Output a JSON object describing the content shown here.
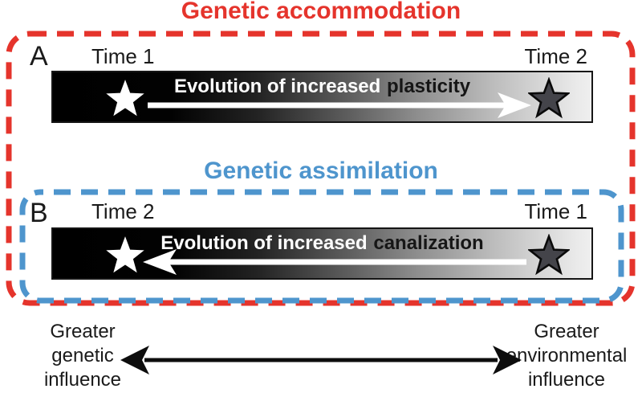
{
  "titles": {
    "accommodation": "Genetic accommodation",
    "assimilation": "Genetic assimilation"
  },
  "colors": {
    "accommodation_red": "#E5342C",
    "assimilation_blue": "#4E95CD",
    "bar_gradient_start": "#000000",
    "bar_gradient_end": "#EFEFEF",
    "dark_star_fill": "#44444A",
    "white_star_fill": "#FFFFFF"
  },
  "panel_a": {
    "label": "A",
    "left_time": "Time 1",
    "right_time": "Time 2",
    "bar_text_light": "Evolution of increased",
    "bar_text_dark": "plasticity",
    "arrow_direction": "right"
  },
  "panel_b": {
    "label": "B",
    "left_time": "Time 2",
    "right_time": "Time 1",
    "bar_text_light": "Evolution of increased",
    "bar_text_dark": "canalization",
    "arrow_direction": "left"
  },
  "axis": {
    "left_lines": [
      "Greater",
      "genetic",
      "influence"
    ],
    "right_lines": [
      "Greater",
      "environmental",
      "influence"
    ]
  },
  "icons": {
    "white_star": "white-star-icon",
    "dark_star": "dark-star-icon",
    "bar_arrow_right": "right-arrow-icon",
    "bar_arrow_left": "left-arrow-icon",
    "axis_arrow": "double-headed-arrow-icon"
  }
}
